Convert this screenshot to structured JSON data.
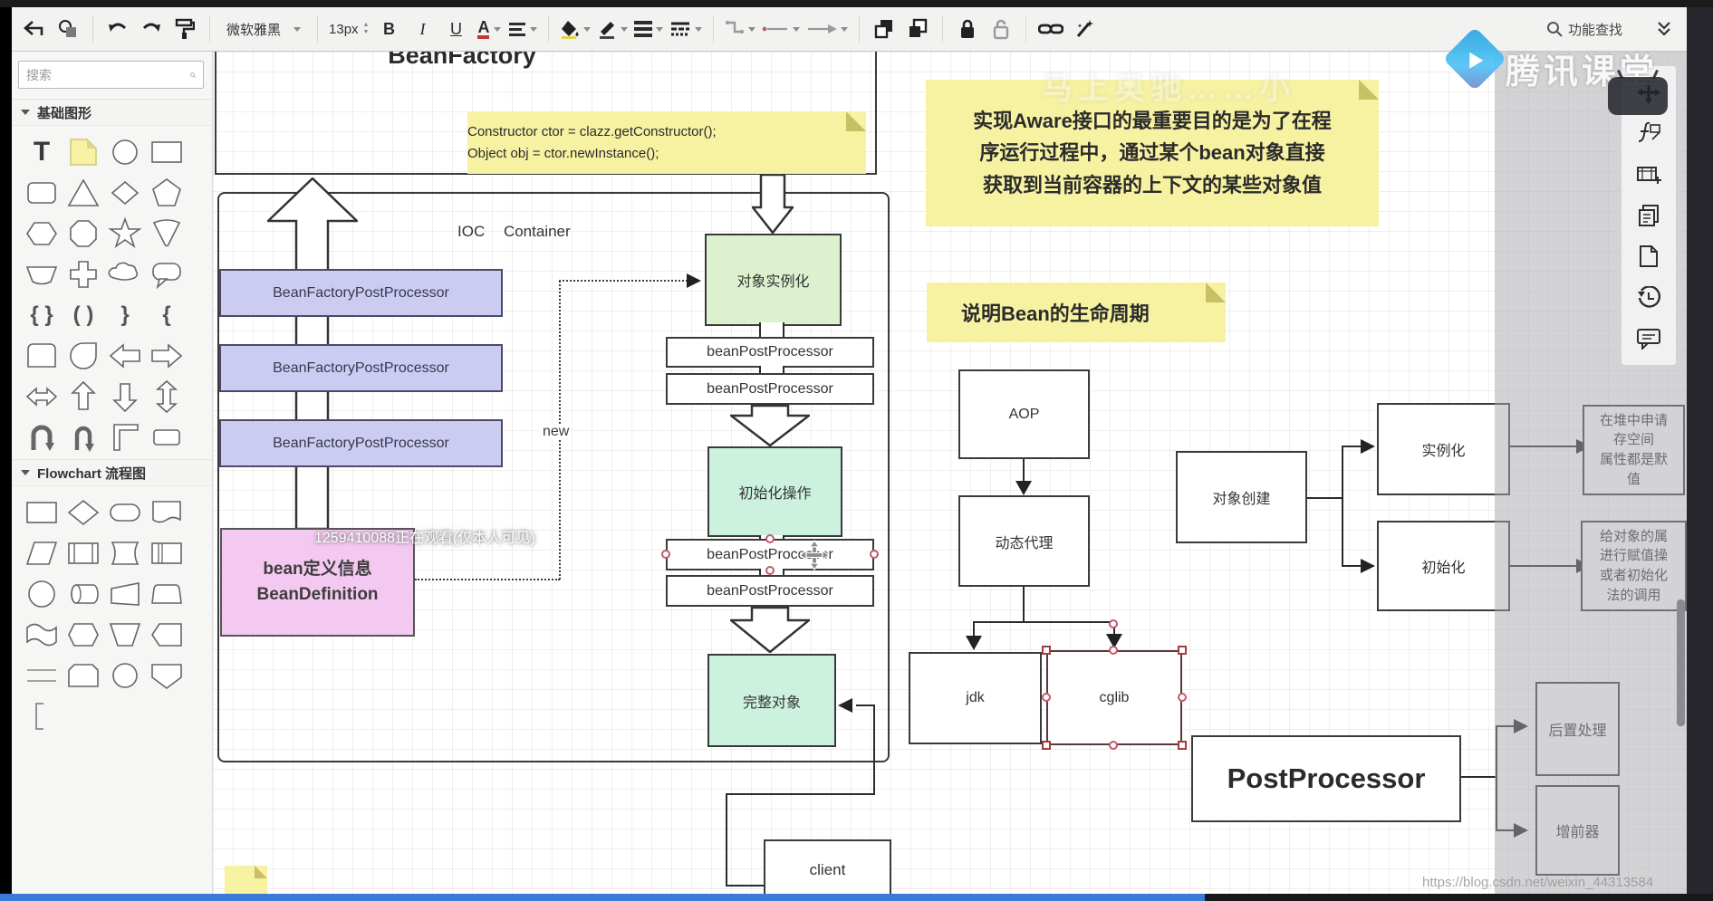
{
  "toolbar": {
    "font_name": "微软雅黑",
    "font_size": "13px",
    "bold": "B",
    "italic": "I",
    "underline": "U",
    "font_color": "A",
    "search_label": "功能查找"
  },
  "sidebar": {
    "search_placeholder": "搜索",
    "section_basic": "基础图形",
    "section_flowchart": "Flowchart 流程图"
  },
  "canvas": {
    "bean_factory_title": "BeanFactory",
    "code_line1": "Constructor ctor = clazz.getConstructor();",
    "code_line2": "Object obj = ctor.newInstance();",
    "ioc_label": "IOC Container",
    "bfpp_label": "BeanFactoryPostProcessor",
    "bpp_label": "beanPostProcessor",
    "instantiate_obj": "对象实例化",
    "init_op": "初始化操作",
    "complete_obj": "完整对象",
    "new_label": "new",
    "client": "client",
    "bean_def_line1": "bean定义信息",
    "bean_def_line2": "BeanDefinition",
    "note_aware_l1": "实现Aware接口的最重要目的是为了在程",
    "note_aware_l2": "序运行过程中，通过某个bean对象直接",
    "note_aware_l3": "获取到当前容器的上下文的某些对象值",
    "note_lifecycle": "说明Bean的生命周期",
    "aop": "AOP",
    "dynamic_proxy": "动态代理",
    "jdk": "jdk",
    "cglib": "cglib",
    "create_obj": "对象创建",
    "instantiate2": "实例化",
    "initialize2": "初始化",
    "note_heap_l1": "在堆中申请",
    "note_heap_l2": "存空间",
    "note_heap_l3": "属性都是默",
    "note_heap_l4": "值",
    "note_assign_l1": "给对象的属",
    "note_assign_l2": "进行赋值操",
    "note_assign_l3": "或者初始化",
    "note_assign_l4": "法的调用",
    "post_title": "PostProcessor",
    "post_handle": "后置处理",
    "enhancer": "增前器"
  },
  "watermarks": {
    "viewer": "1259410088正在观看(仅本人可见)",
    "faded_text": "马上奥驰……小",
    "brand": "腾讯课堂",
    "csdn": "https://blog.csdn.net/weixin_44313584"
  },
  "colors": {
    "accent_blue": "#3a7bd5",
    "note_yellow": "#f6f2a2",
    "box_purple": "#ccccf2",
    "box_green": "#dcf2cf",
    "box_mint": "#ccf2df",
    "box_pink": "#f4c9f1",
    "selection": "#c05a6a"
  }
}
